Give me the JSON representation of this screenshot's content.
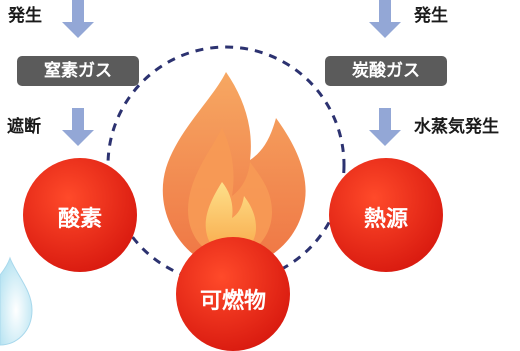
{
  "left": {
    "top_label": "発生",
    "box_label": "窒素ガス",
    "mid_label": "遮断",
    "circle_label": "酸素"
  },
  "right": {
    "top_label": "発生",
    "box_label": "炭酸ガス",
    "mid_label": "水蒸気発生",
    "circle_label": "熱源"
  },
  "bottom": {
    "circle_label": "可燃物"
  },
  "colors": {
    "arrow": "#93a7d6",
    "box": "#5b5b5b",
    "circle": "#e8291c",
    "dashed_ring": "#2c3270",
    "flame_outer": "#f28a4b",
    "flame_inner": "#fbc45a"
  }
}
